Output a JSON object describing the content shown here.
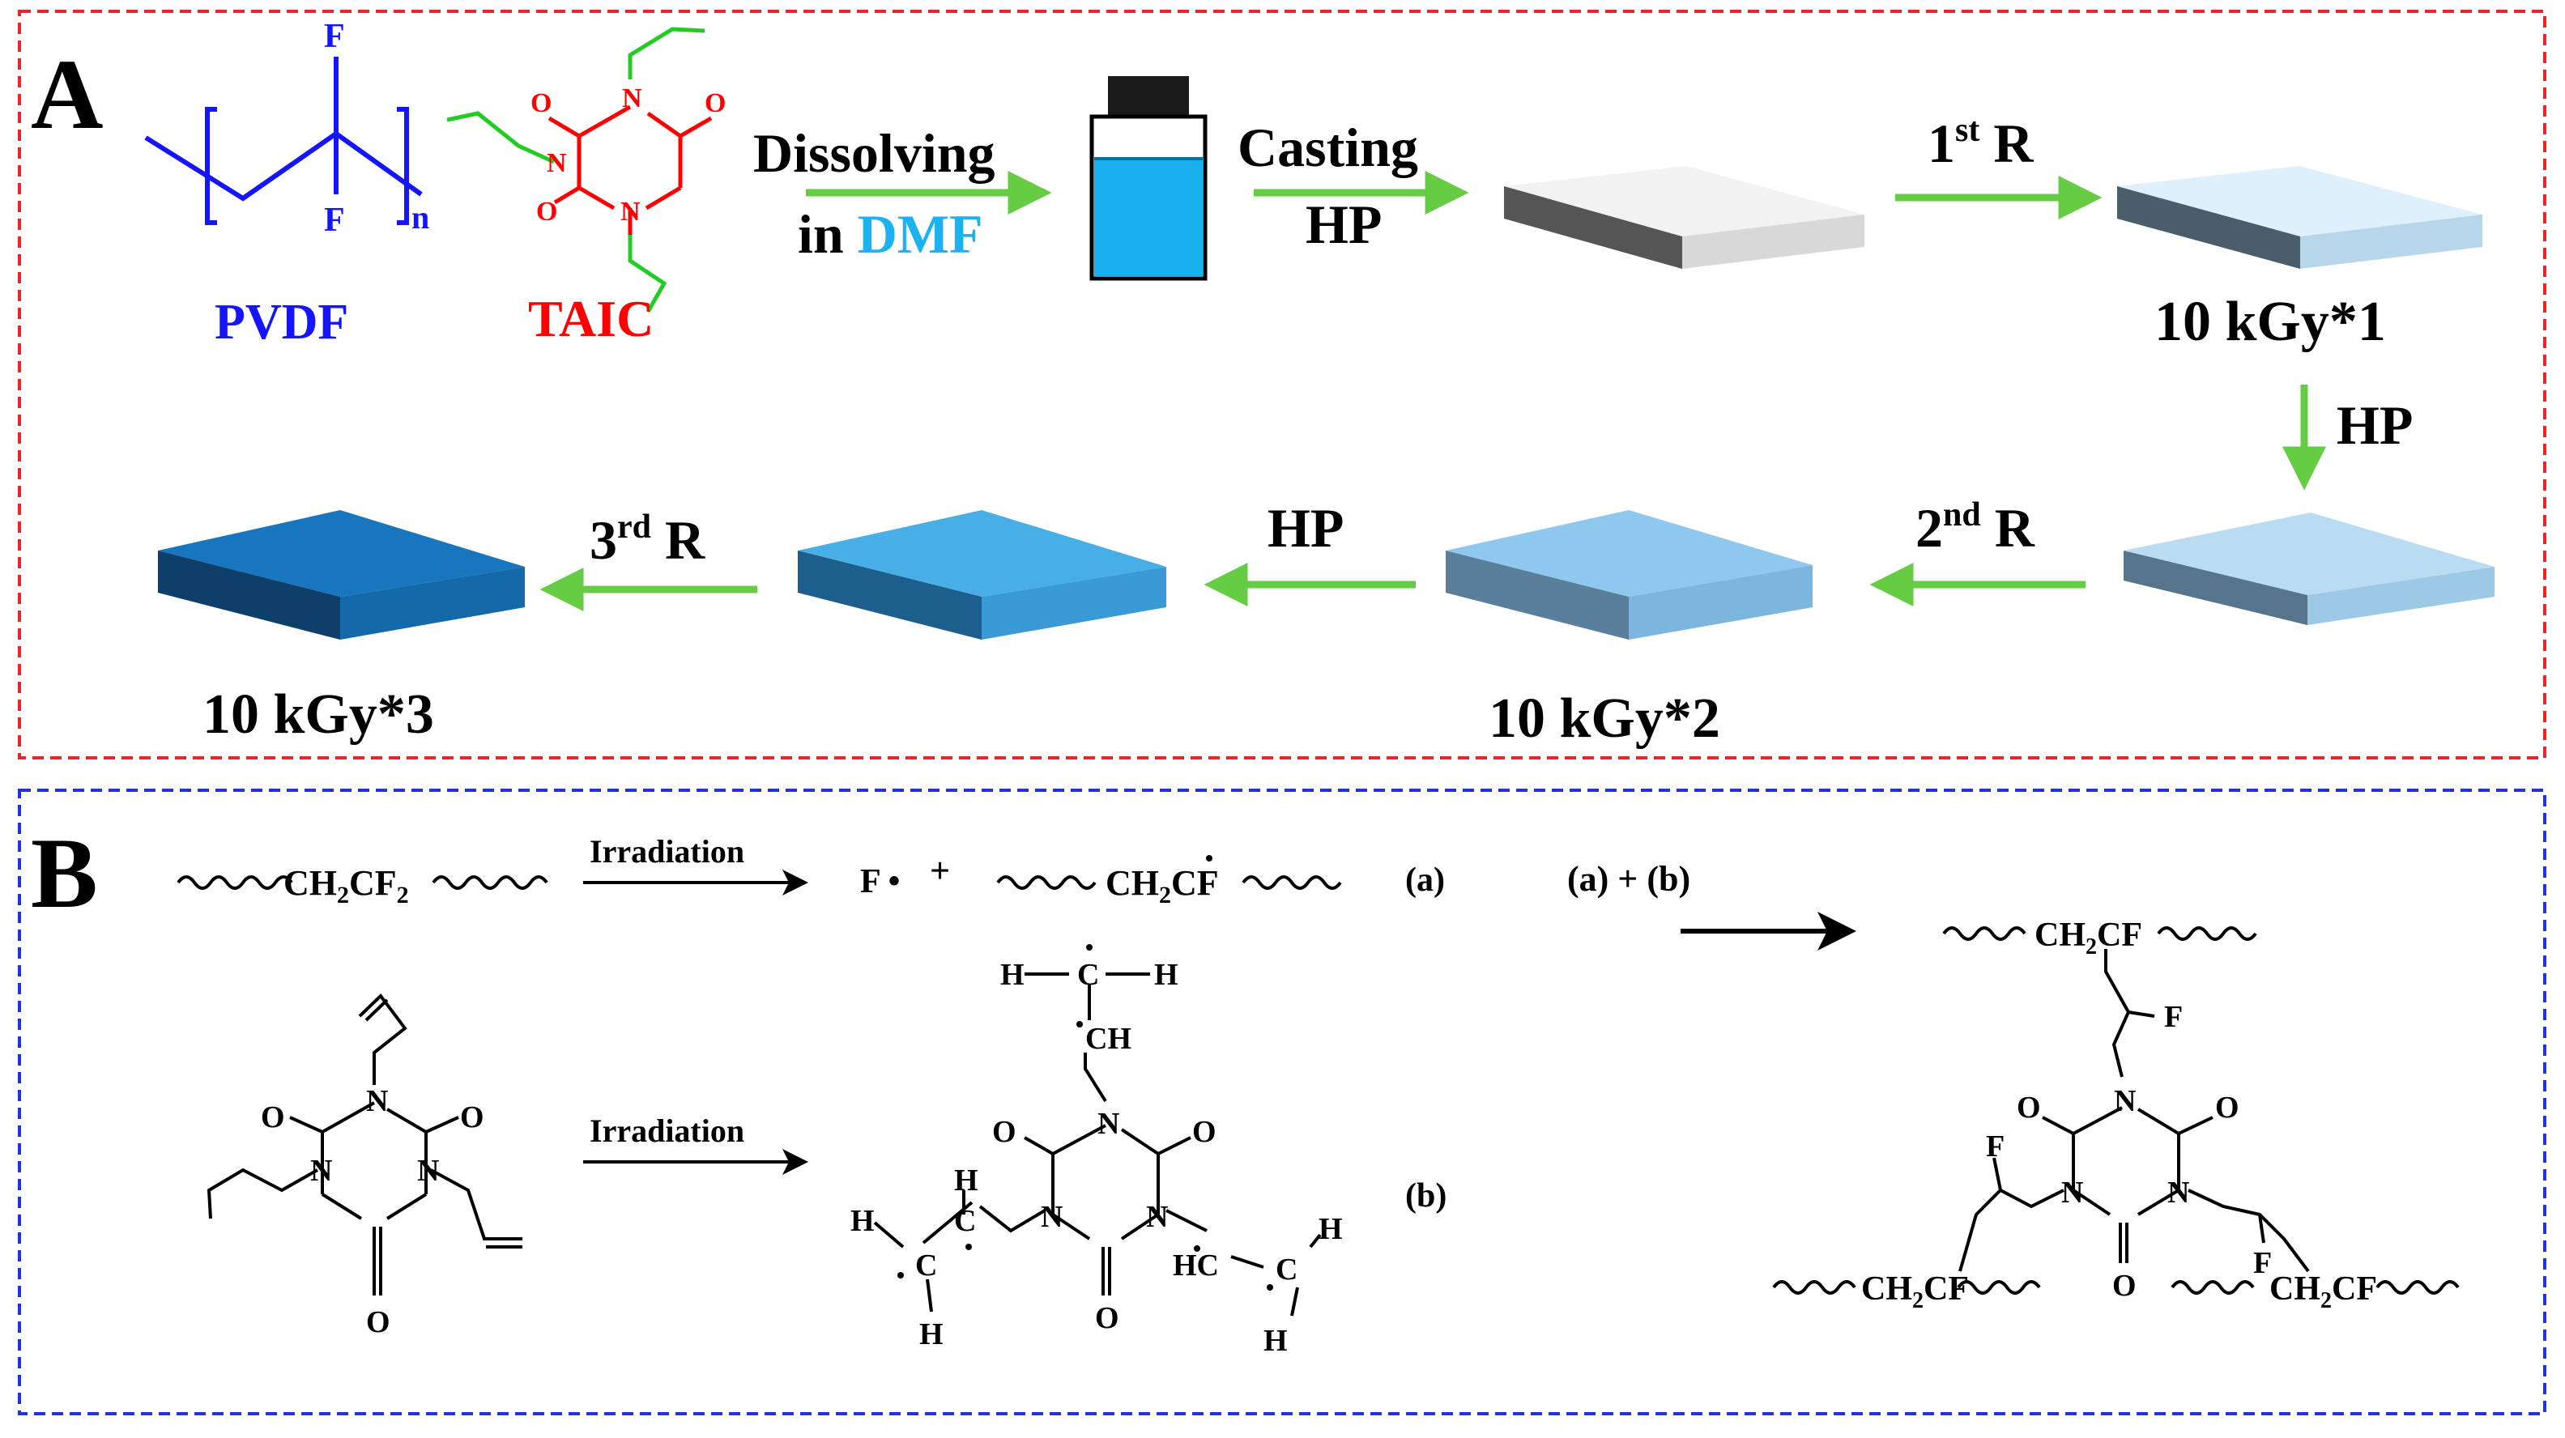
{
  "panel_a": {
    "label": "A",
    "pvdf": {
      "name": "PVDF",
      "f_top": "F",
      "f_bottom": "F",
      "n": "n"
    },
    "taic": {
      "name": "TAIC",
      "o1": "O",
      "o2": "O",
      "o3": "O",
      "n1": "N",
      "n2": "N",
      "n3": "N"
    },
    "step_dissolve": {
      "line1": "Dissolving",
      "line2_prefix": "in ",
      "line2_solvent": "DMF"
    },
    "step_cast": {
      "line1": "Casting",
      "line2": "HP"
    },
    "step_1r": {
      "base": "1",
      "sup": "st",
      "suffix": " R"
    },
    "dose_1": "10 kGy*1",
    "step_hp_down": "HP",
    "step_2r": {
      "base": "2",
      "sup": "nd",
      "suffix": " R"
    },
    "dose_2": "10 kGy*2",
    "step_hp_left": "HP",
    "step_3r": {
      "base": "3",
      "sup": "rd",
      "suffix": " R"
    },
    "dose_3": "10 kGy*3",
    "colors": {
      "frame": "#e8262b",
      "pvdf": "#1414ff",
      "taic": "#ff0000",
      "allyl": "#22cc22",
      "arrow": "#66cc44",
      "dmf": "#1ab2f0",
      "film_0": "#f2f2f2",
      "film_1": "#ddf0fb",
      "film_2": "#b9dcf3",
      "film_3": "#8ec8ee",
      "film_4": "#48aee6",
      "film_5": "#1776be"
    }
  },
  "panel_b": {
    "label": "B",
    "reaction_a": {
      "reactant": "CH2CF2",
      "arrow_label": "Irradiation",
      "product_radical": "F",
      "plus": "+",
      "product_chain": "CH2CF",
      "tag": "(a)"
    },
    "reaction_b": {
      "arrow_label": "Irradiation",
      "tag": "(b)",
      "atoms": {
        "O": "O",
        "N": "N",
        "H": "H",
        "C": "C",
        "CH": "CH",
        "HC": "HC"
      }
    },
    "combined": {
      "label": "(a) + (b)",
      "chain": "CH2CF",
      "f": "F"
    },
    "colors": {
      "frame": "#2233dd",
      "ink": "#000000"
    }
  }
}
